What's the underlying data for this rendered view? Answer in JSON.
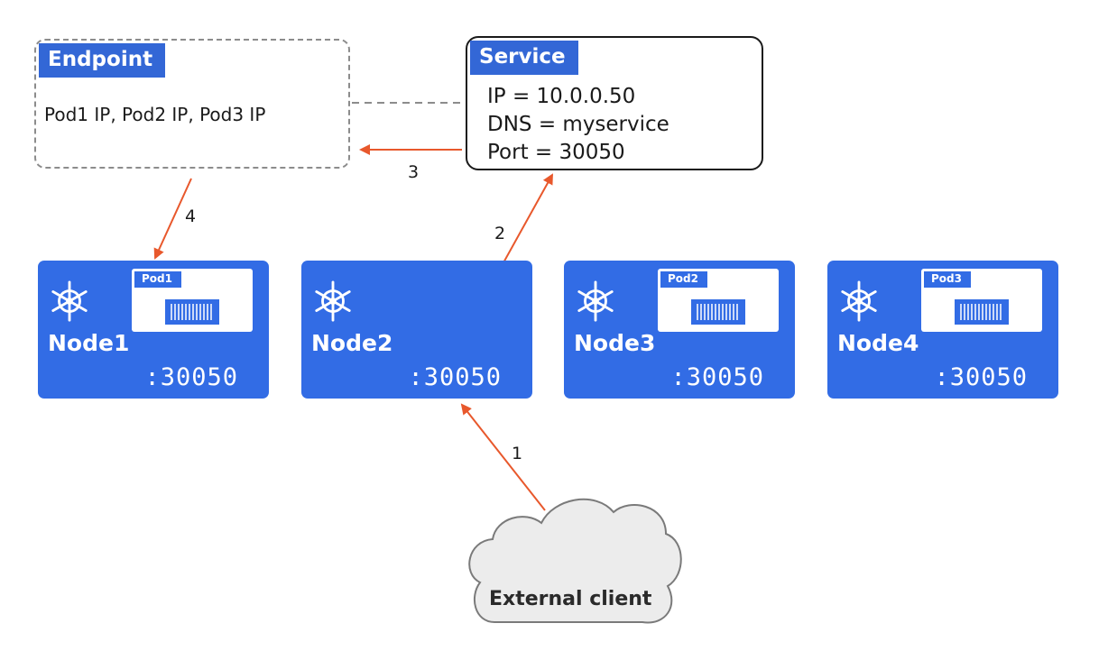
{
  "endpoint": {
    "title": "Endpoint",
    "text": "Pod1 IP, Pod2 IP, Pod3 IP"
  },
  "service": {
    "title": "Service",
    "lines": [
      "IP = 10.0.0.50",
      "DNS = myservice",
      "Port = 30050"
    ]
  },
  "nodes": [
    {
      "name": "Node1",
      "port": ":30050",
      "pod": "Pod1"
    },
    {
      "name": "Node2",
      "port": ":30050",
      "pod": ""
    },
    {
      "name": "Node3",
      "port": ":30050",
      "pod": "Pod2"
    },
    {
      "name": "Node4",
      "port": ":30050",
      "pod": "Pod3"
    }
  ],
  "steps": [
    "1",
    "2",
    "3",
    "4"
  ],
  "client": {
    "label": "External client"
  },
  "colors": {
    "node": "#326ce5",
    "arrow": "#e8582c",
    "tab": "#3367d6"
  }
}
